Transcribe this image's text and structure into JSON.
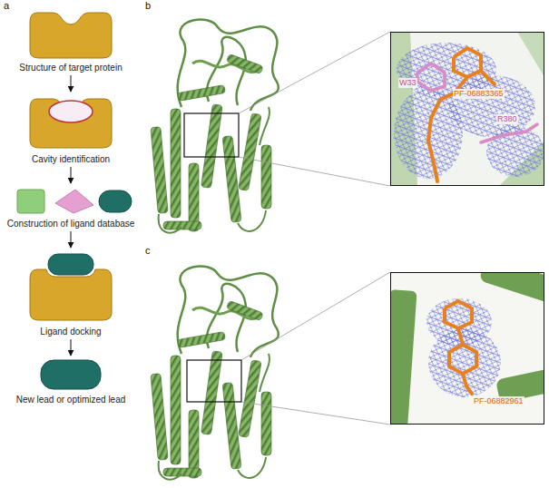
{
  "diagram": {
    "nodes": [
      {
        "text": [
          "Structure of target protein"
        ]
      },
      {
        "text": [
          "Cavity identification"
        ]
      },
      {
        "text": [
          "Construction of ligand database"
        ]
      },
      {
        "text": [
          "Ligand docking"
        ]
      },
      {
        "text": [
          "New lead or optimized lead"
        ]
      },
      {
        "text": [
          "W33",
          "PF-06883365",
          "R380"
        ]
      },
      {
        "text": [
          "PF-06882961"
        ]
      }
    ],
    "edges": [
      {
        "from": 0,
        "to": 1,
        "arrow": "to"
      },
      {
        "from": 1,
        "to": 2,
        "arrow": "to"
      },
      {
        "from": 2,
        "to": 3,
        "arrow": "to"
      },
      {
        "from": 3,
        "to": 4,
        "arrow": "to"
      }
    ],
    "labels": [
      "a",
      "b",
      "c"
    ]
  }
}
